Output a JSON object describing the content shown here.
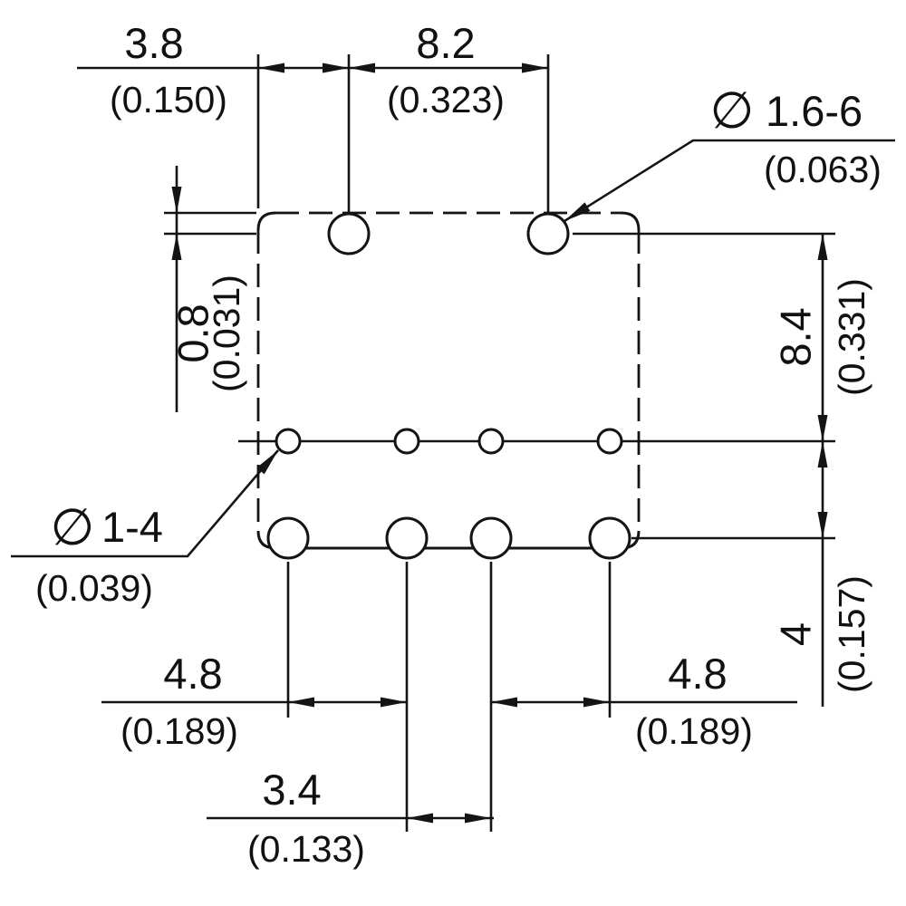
{
  "drawing": {
    "title": "pcb-hole-pattern-dimension-drawing",
    "diameter_symbol": "∅",
    "dims": {
      "top_left": {
        "mm": "3.8",
        "inch": "(0.150)"
      },
      "top_right": {
        "mm": "8.2",
        "inch": "(0.323)"
      },
      "hole_large": {
        "mm": "1.6-6",
        "inch": "(0.063)"
      },
      "left": {
        "mm": "0.8",
        "inch": "(0.031)"
      },
      "right_upper": {
        "mm": "8.4",
        "inch": "(0.331)"
      },
      "hole_small": {
        "mm": "1-4",
        "inch": "(0.039)"
      },
      "right_lower": {
        "mm": "4",
        "inch": "(0.157)"
      },
      "bottom_left": {
        "mm": "4.8",
        "inch": "(0.189)"
      },
      "bottom_right": {
        "mm": "4.8",
        "inch": "(0.189)"
      },
      "bottom_center": {
        "mm": "3.4",
        "inch": "(0.133)"
      }
    }
  }
}
